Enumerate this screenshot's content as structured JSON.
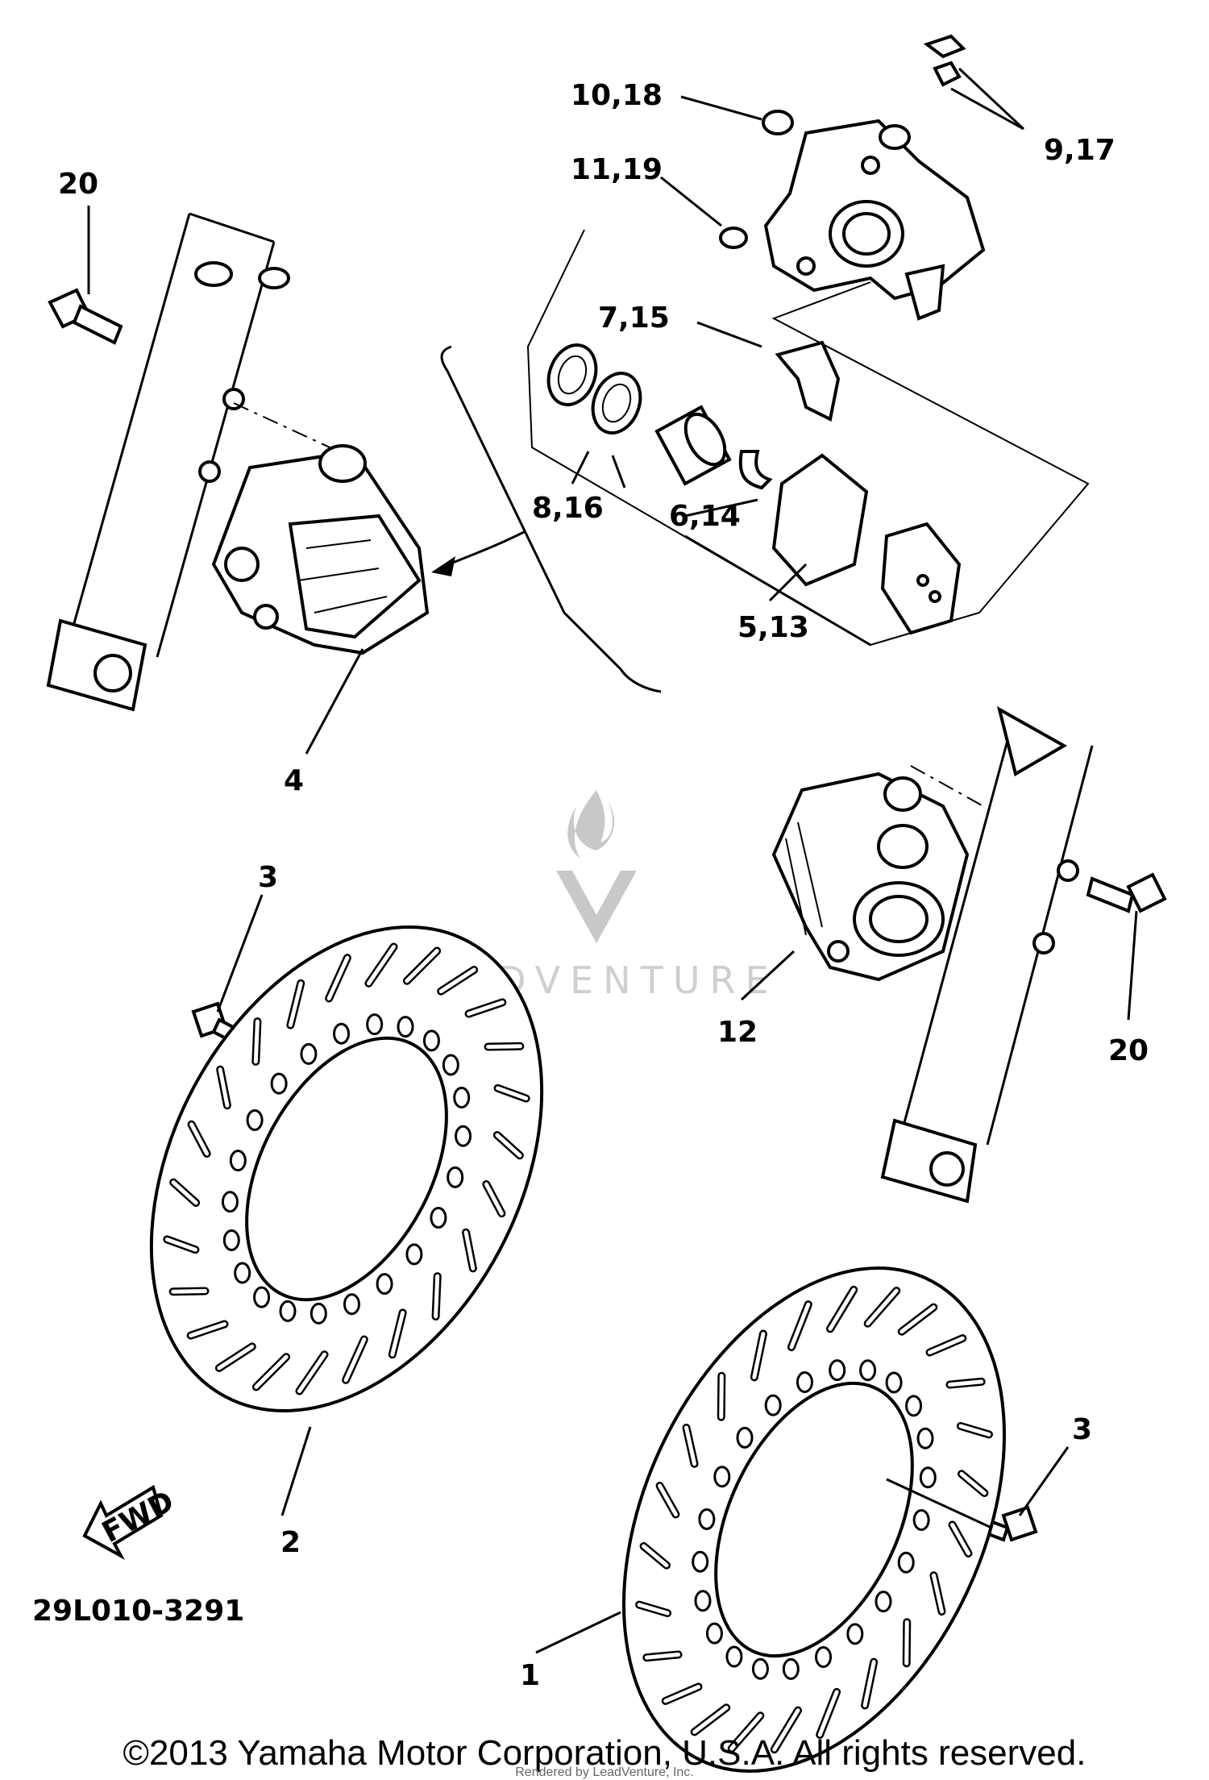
{
  "labels": {
    "l1": "1",
    "l2": "2",
    "l3a": "3",
    "l3b": "3",
    "l4": "4",
    "l5": "5,13",
    "l6": "6,14",
    "l7": "7,15",
    "l8": "8,16",
    "l9": "9,17",
    "l10": "10,18",
    "l11": "11,19",
    "l12": "12",
    "l20a": "20",
    "l20b": "20"
  },
  "fwd": "FWD",
  "diagram_code": "29L010-3291",
  "watermark": "LEADVENTURE",
  "copyright": "©2013 Yamaha Motor Corporation, U.S.A. All rights reserved.",
  "rendered_by": "Rendered by LeadVenture, Inc."
}
